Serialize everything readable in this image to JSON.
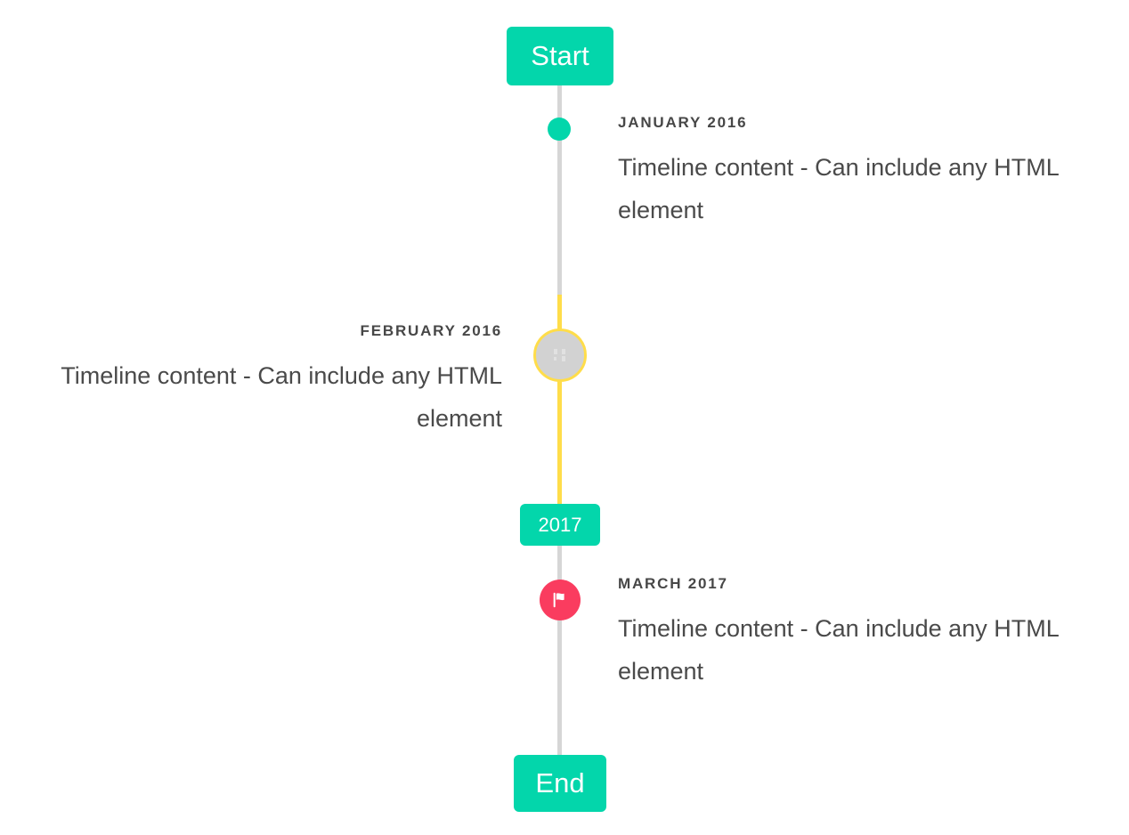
{
  "colors": {
    "accent_green": "#03d6ab",
    "rail_gray": "#d6d6d6",
    "rail_yellow": "#ffdd4a",
    "marker_flag_red": "#fa3c5f",
    "marker_photo_gray": "#d2d2d2",
    "text_dark": "#474747",
    "text_body": "#4a4a4a"
  },
  "timeline": {
    "start_label": "Start",
    "end_label": "End",
    "year_marker_label": "2017",
    "events": [
      {
        "id": "january-2016",
        "date": "JANUARY 2016",
        "body": "Timeline content - Can include any HTML element",
        "side": "right",
        "marker": "dot-icon"
      },
      {
        "id": "february-2016",
        "date": "FEBRUARY 2016",
        "body": "Timeline content - Can include any HTML element",
        "side": "left",
        "marker": "broken-image-icon"
      },
      {
        "id": "march-2017",
        "date": "MARCH 2017",
        "body": "Timeline content - Can include any HTML element",
        "side": "right",
        "marker": "flag-icon"
      }
    ]
  }
}
